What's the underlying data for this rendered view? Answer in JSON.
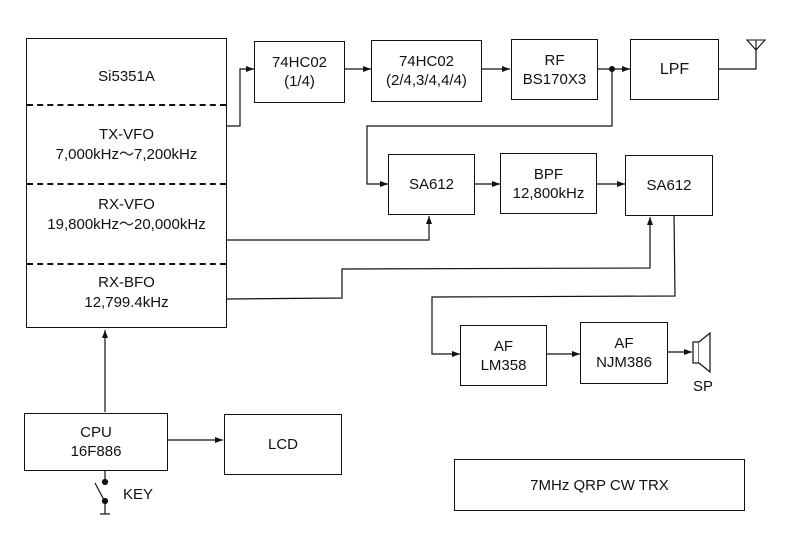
{
  "diagram_title": "7MHz QRP CW TRX",
  "si5351": {
    "title": "Si5351A",
    "tx_vfo": {
      "name": "TX-VFO",
      "range": "7,000kHz～7,200kHz"
    },
    "rx_vfo": {
      "name": "RX-VFO",
      "range": "19,800kHz～20,000kHz"
    },
    "rx_bfo": {
      "name": "RX-BFO",
      "freq": "12,799.4kHz"
    }
  },
  "blocks": {
    "hc02_a": {
      "line1": "74HC02",
      "line2": "(1/4)"
    },
    "hc02_b": {
      "line1": "74HC02",
      "line2": "(2/4,3/4,4/4)"
    },
    "rf": {
      "line1": "RF",
      "line2": "BS170X3"
    },
    "lpf": {
      "line1": "LPF"
    },
    "mixer1": {
      "line1": "SA612"
    },
    "bpf": {
      "line1": "BPF",
      "line2": "12,800kHz"
    },
    "mixer2": {
      "line1": "SA612"
    },
    "af1": {
      "line1": "AF",
      "line2": "LM358"
    },
    "af2": {
      "line1": "AF",
      "line2": "NJM386"
    },
    "cpu": {
      "line1": "CPU",
      "line2": "16F886"
    },
    "lcd": {
      "line1": "LCD"
    }
  },
  "labels": {
    "speaker": "SP",
    "key": "KEY"
  },
  "icons": {
    "antenna": "antenna-icon",
    "speaker": "speaker-icon",
    "key_switch": "key-switch-icon",
    "ground": "ground-icon"
  }
}
